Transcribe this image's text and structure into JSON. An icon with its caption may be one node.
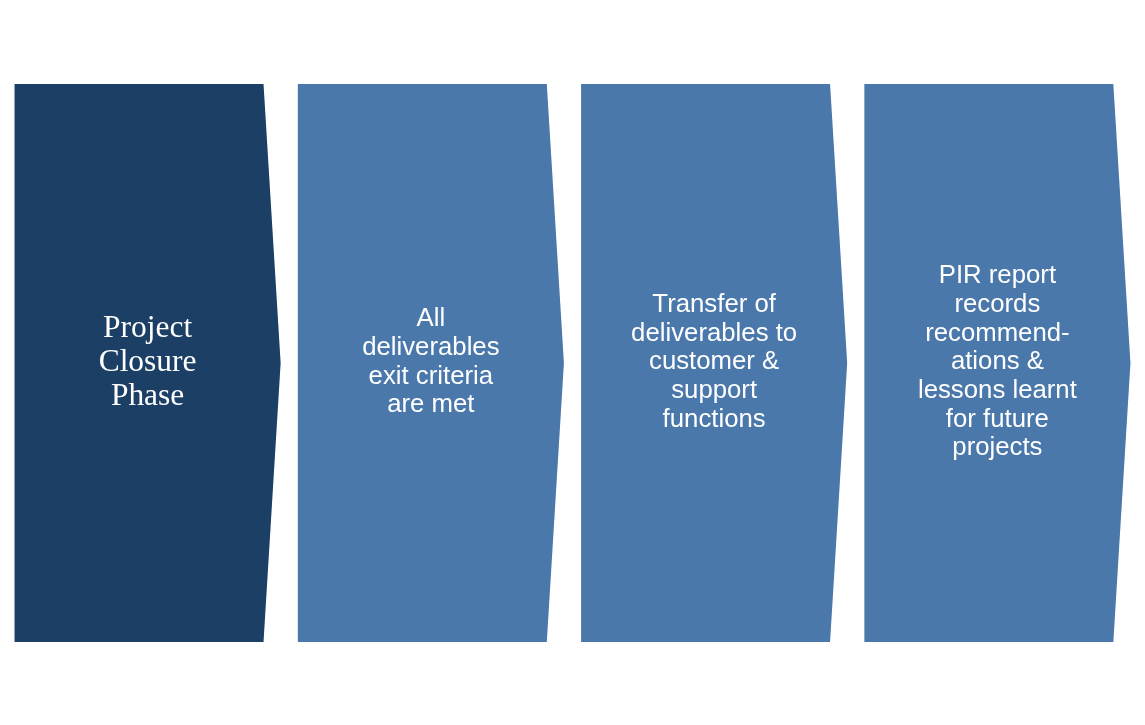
{
  "diagram": {
    "nodes": [
      {
        "text": [
          "Project Closure Phase"
        ]
      },
      {
        "text": [
          "All deliverables exit criteria are met"
        ]
      },
      {
        "text": [
          "Transfer of deliverables to customer & support functions"
        ]
      },
      {
        "text": [
          "PIR report records recommend- ations & lessons learnt for future projects"
        ]
      }
    ]
  }
}
